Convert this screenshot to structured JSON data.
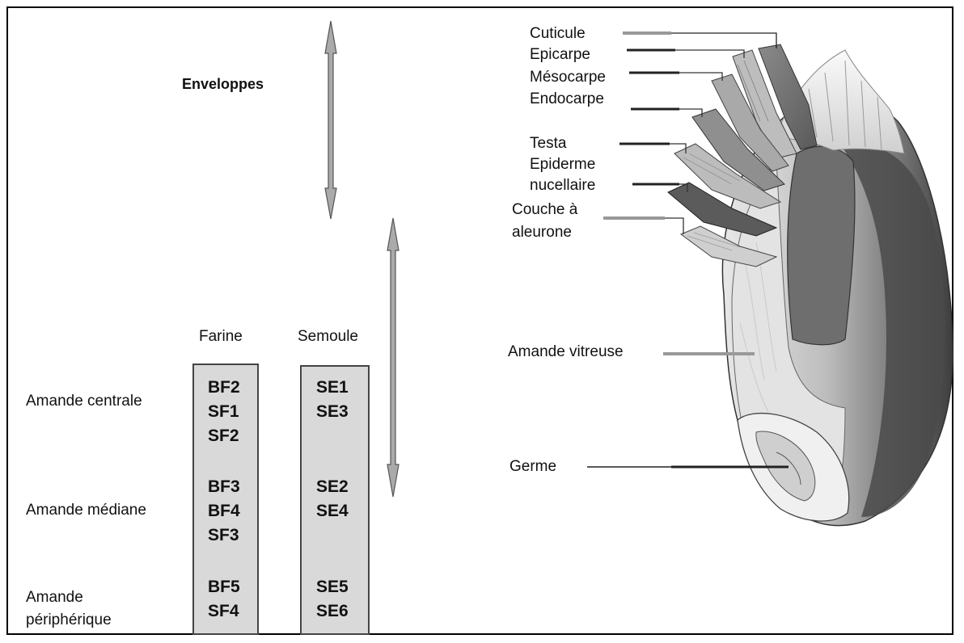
{
  "left": {
    "enveloppes": "Enveloppes",
    "col_farine": "Farine",
    "col_semoule": "Semoule",
    "rows": {
      "centrale": "Amande centrale",
      "mediane": "Amande médiane",
      "peripherique_1": "Amande",
      "peripherique_2": "périphérique"
    },
    "farine": {
      "centrale": [
        "BF2",
        "SF1",
        "SF2"
      ],
      "mediane": [
        "BF3",
        "BF4",
        "SF3"
      ],
      "peripherique": [
        "BF5",
        "SF4"
      ]
    },
    "semoule": {
      "centrale": [
        "SE1",
        "SE3"
      ],
      "mediane": [
        "SE2",
        "SE4"
      ],
      "peripherique": [
        "SE5",
        "SE6"
      ]
    }
  },
  "grain": {
    "cuticule": "Cuticule",
    "epicarpe": "Epicarpe",
    "mesocarpe": "Mésocarpe",
    "endocarpe": "Endocarpe",
    "testa": "Testa",
    "epiderme_1": "Epiderme",
    "epiderme_2": "nucellaire",
    "aleurone_1": "Couche à",
    "aleurone_2": "aleurone",
    "amande_vitreuse": "Amande vitreuse",
    "germe": "Germe"
  },
  "colors": {
    "grey_line": "#999999",
    "dark_line": "#222222",
    "box_fill": "#d9d9d9",
    "arrow_fill": "#aaaaaa"
  }
}
